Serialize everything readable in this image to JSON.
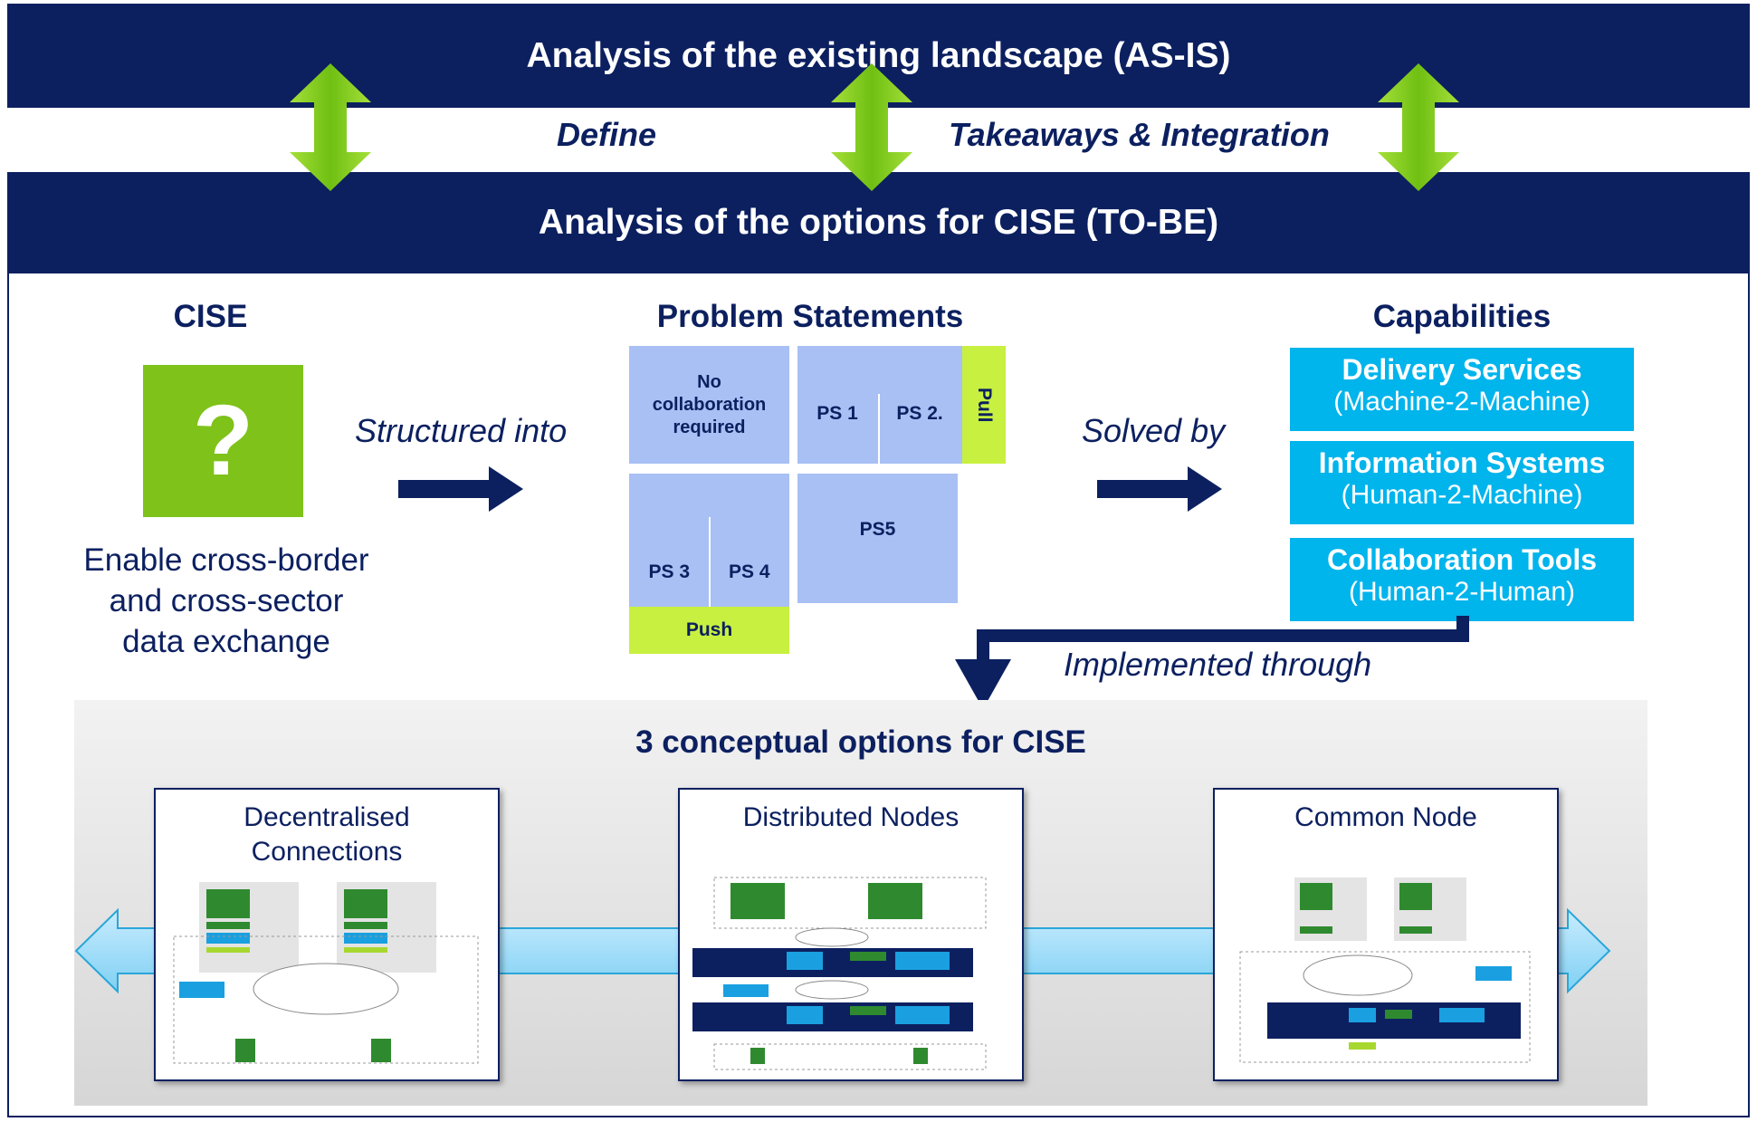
{
  "banners": {
    "as_is": "Analysis of the existing landscape (AS-IS)",
    "to_be": "Analysis of the options for CISE (TO-BE)"
  },
  "flow_labels": {
    "define": "Define",
    "takeaways": "Takeaways & Integration",
    "structured_into": "Structured into",
    "solved_by": "Solved by",
    "implemented_through": "Implemented through"
  },
  "cise": {
    "heading": "CISE",
    "icon_symbol": "?",
    "description_line1": "Enable cross-border",
    "description_line2": "and cross-sector",
    "description_line3": "data exchange"
  },
  "problem_statements": {
    "heading": "Problem Statements",
    "no_collab": "No collaboration required",
    "ps1": "PS 1",
    "ps2": "PS 2.",
    "ps3": "PS 3",
    "ps4": "PS 4",
    "ps5": "PS5",
    "pull": "Pull",
    "push": "Push"
  },
  "capabilities": {
    "heading": "Capabilities",
    "items": [
      {
        "title": "Delivery Services",
        "subtitle": "(Machine-2-Machine)"
      },
      {
        "title": "Information Systems",
        "subtitle": "(Human-2-Machine)"
      },
      {
        "title": "Collaboration Tools",
        "subtitle": "(Human-2-Human)"
      }
    ]
  },
  "options": {
    "heading": "3 conceptual options for CISE",
    "items": [
      {
        "title_line1": "Decentralised",
        "title_line2": "Connections"
      },
      {
        "title_line1": "Distributed Nodes",
        "title_line2": ""
      },
      {
        "title_line1": "Common Node",
        "title_line2": ""
      }
    ]
  },
  "colors": {
    "navy": "#0c2060",
    "green_arrow": "#7ec21a",
    "lime": "#c8f040",
    "ps_blue": "#a8c0f4",
    "cap_cyan": "#00b4ec",
    "panel_grey": "#dcdcdc"
  }
}
